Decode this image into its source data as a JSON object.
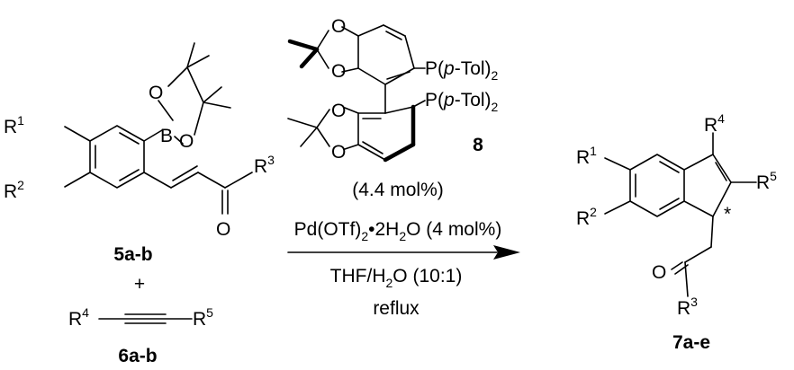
{
  "reactant_5": {
    "id": "5a-b",
    "substituents": {
      "r1": "R",
      "r1_sup": "1",
      "r2": "R",
      "r2_sup": "2",
      "r3": "R",
      "r3_sup": "3"
    },
    "atoms": {
      "boron": "B",
      "oxygen_1": "O",
      "oxygen_2": "O",
      "oxygen_carbonyl": "O"
    }
  },
  "plus_sign": "+",
  "reactant_6": {
    "id": "6a-b",
    "substituents": {
      "r4": "R",
      "r4_sup": "4",
      "r5": "R",
      "r5_sup": "5"
    }
  },
  "ligand_8": {
    "id": "8",
    "atoms": {
      "o1": "O",
      "o2": "O",
      "o3": "O",
      "o4": "O"
    },
    "phosphine_1": {
      "p": "P",
      "open": "(",
      "ring": "p",
      "rest": "-Tol)",
      "sub": "2"
    },
    "phosphine_2": {
      "p": "P",
      "open": "(",
      "ring": "p",
      "rest": "-Tol)",
      "sub": "2"
    }
  },
  "conditions": {
    "loading": "(4.4 mol%)",
    "catalyst": {
      "part1": "Pd(OTf)",
      "sub1": "2",
      "part2": "•2H",
      "sub2": "2",
      "part3": "O (4 mol%)"
    },
    "solvent": {
      "part1": "THF/H",
      "sub1": "2",
      "part2": "O (10:1)"
    },
    "temperature": "reflux"
  },
  "product_7": {
    "id": "7a-e",
    "substituents": {
      "r1": "R",
      "r1_sup": "1",
      "r2": "R",
      "r2_sup": "2",
      "r3": "R",
      "r3_sup": "3",
      "r4": "R",
      "r4_sup": "4",
      "r5": "R",
      "r5_sup": "5"
    },
    "atoms": {
      "oxygen_carbonyl": "O"
    },
    "stereocenter_mark": "*"
  }
}
